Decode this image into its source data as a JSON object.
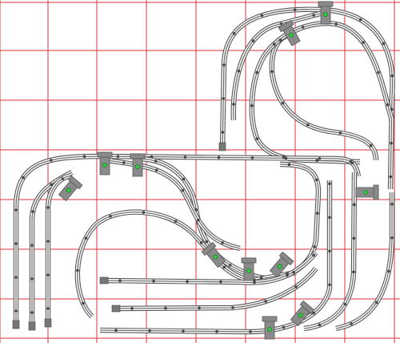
{
  "layout": {
    "background": "#ffffff",
    "grid_color": "#e0303a",
    "track_color": "#6e6e6e",
    "switch_color": "#8a8a8a",
    "indicator_color": "#2ecc40"
  },
  "switches": [
    {
      "id": "sw-top-right",
      "icon": "switch-motor"
    },
    {
      "id": "sw-top-left",
      "icon": "switch-motor"
    },
    {
      "id": "sw-right-edge",
      "icon": "switch-motor"
    },
    {
      "id": "sw-mid-left-1",
      "icon": "switch-motor"
    },
    {
      "id": "sw-mid-left-2",
      "icon": "switch-motor"
    },
    {
      "id": "sw-left",
      "icon": "switch-motor"
    },
    {
      "id": "sw-center-1",
      "icon": "switch-motor"
    },
    {
      "id": "sw-center-2",
      "icon": "switch-motor"
    },
    {
      "id": "sw-center-3",
      "icon": "switch-motor"
    },
    {
      "id": "sw-bottom-1",
      "icon": "switch-motor"
    },
    {
      "id": "sw-bottom-2",
      "icon": "switch-motor"
    }
  ]
}
